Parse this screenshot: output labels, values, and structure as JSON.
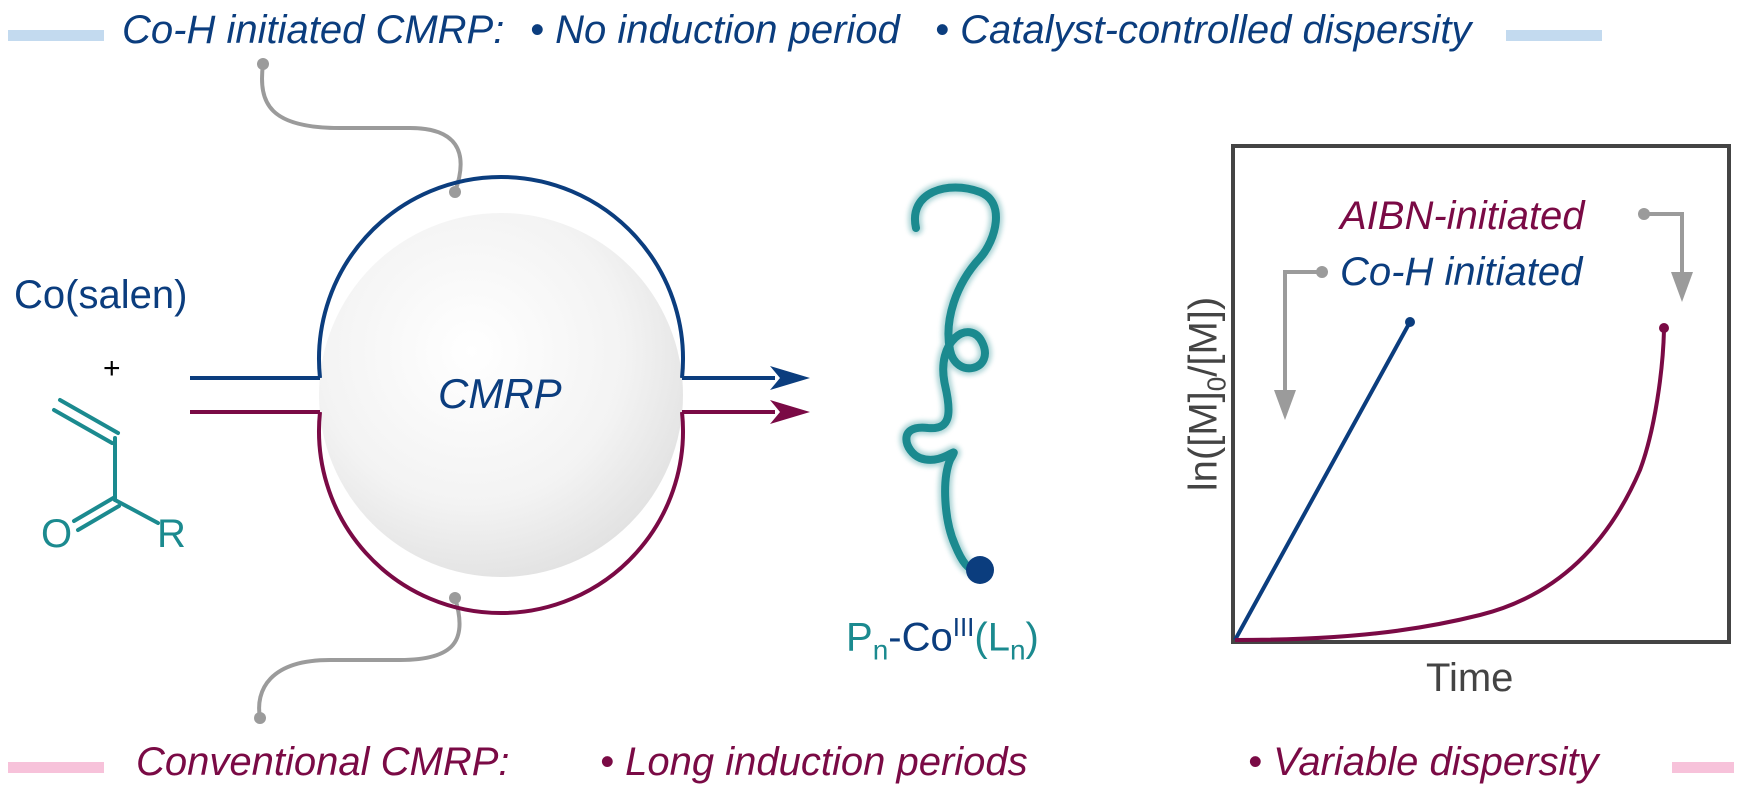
{
  "colors": {
    "blue": "#0b3d7e",
    "crimson": "#7a0a45",
    "teal": "#1b8a8f",
    "gray": "#9b9b9b",
    "light_blue_bar": "#c3daef",
    "pink_bar": "#f7c2da",
    "sphere": "#f0f0f0",
    "frame": "#444444"
  },
  "top_banner": {
    "title": "Co-H initiated CMRP:",
    "point1": "• No induction period",
    "point2": "• Catalyst-controlled dispersity"
  },
  "bottom_banner": {
    "title": "Conventional CMRP:",
    "point1": "• Long induction periods",
    "point2": "• Variable dispersity"
  },
  "reagents": {
    "catalyst": "Co(salen)",
    "plus": "+",
    "atom_o": "O",
    "atom_r": "R"
  },
  "reactor": {
    "label": "CMRP"
  },
  "product": {
    "p": "P",
    "p_sub": "n",
    "co": "-Co",
    "co_sup": "III",
    "lig_open": "(L",
    "lig_sub": "n",
    "lig_close": ")"
  },
  "plot": {
    "legend_aibn": "AIBN-initiated",
    "legend_coh": "Co-H initiated",
    "xlabel": "Time",
    "ylabel_ln": "ln([M]",
    "ylabel_sub": "0",
    "ylabel_rest": "/[M])"
  }
}
